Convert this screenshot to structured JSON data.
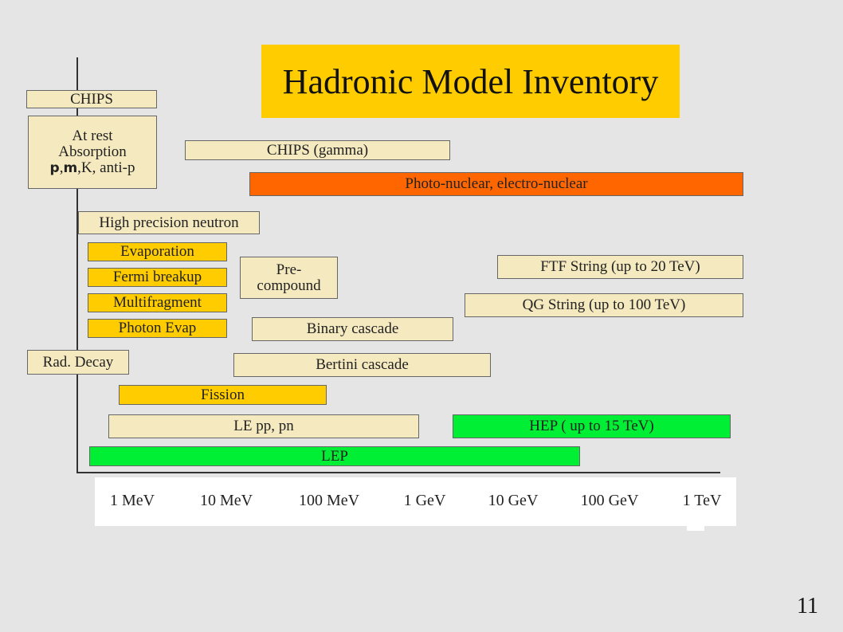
{
  "title": "Hadronic Model Inventory",
  "page_number": "11",
  "colors": {
    "cream": "#f5e9bf",
    "gold": "#ffcc00",
    "orange": "#ff6600",
    "green": "#00ee33"
  },
  "boxes": {
    "chips": "CHIPS",
    "at_rest_line1": "At rest",
    "at_rest_line2": "Absorption",
    "at_rest_line3_sym1": "p",
    "at_rest_line3_sep1": ",",
    "at_rest_line3_sym2": "m",
    "at_rest_line3_rest": ",K, anti-p",
    "chips_gamma": "CHIPS (gamma)",
    "photo_nuclear": "Photo-nuclear, electro-nuclear",
    "high_precision_neutron": "High precision neutron",
    "evaporation": "Evaporation",
    "fermi_breakup": "Fermi breakup",
    "multifragment": "Multifragment",
    "photon_evap": "Photon Evap",
    "pre_compound_line1": "Pre-",
    "pre_compound_line2": "compound",
    "ftf_string": "FTF String (up to 20 TeV)",
    "qg_string": "QG String (up to 100 TeV)",
    "binary_cascade": "Binary cascade",
    "rad_decay": "Rad. Decay",
    "bertini_cascade": "Bertini cascade",
    "fission": "Fission",
    "le_pp_pn": "LE pp, pn",
    "hep": "HEP  ( up to 15 TeV)",
    "lep": "LEP"
  },
  "energy_scale": [
    "1 MeV",
    "10 MeV",
    "100 MeV",
    "1 GeV",
    "10 GeV",
    "100 GeV",
    "1 TeV"
  ]
}
